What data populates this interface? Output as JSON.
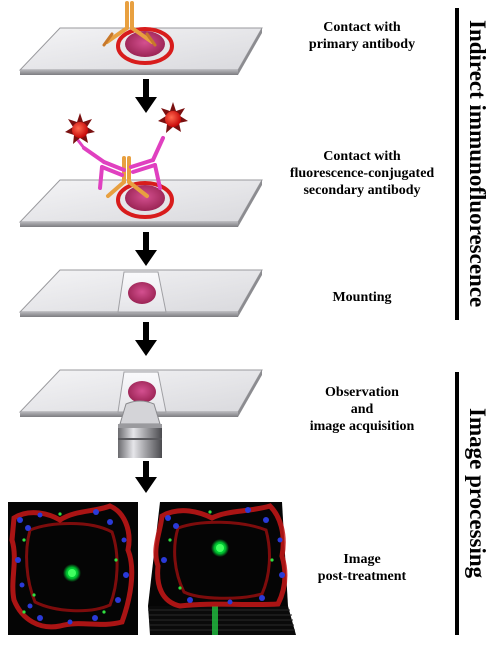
{
  "steps": [
    {
      "id": "primary",
      "line1": "Contact with",
      "line2": "primary antibody"
    },
    {
      "id": "secondary",
      "line1": "Contact with",
      "line2": "fluorescence-conjugated",
      "line3": "secondary antibody"
    },
    {
      "id": "mounting",
      "line1": "Mounting"
    },
    {
      "id": "observation",
      "line1": "Observation",
      "line2": "and",
      "line3": "image acquisition"
    },
    {
      "id": "post",
      "line1": "Image",
      "line2": "post-treatment"
    }
  ],
  "side_labels": {
    "top": "Indirect immunofluorescence",
    "bottom": "Image processing"
  },
  "colors": {
    "slide_top": "#e9e9ec",
    "slide_edge": "#9a9a9e",
    "tissue": "#b8286a",
    "ring": "#d81c1c",
    "primary_antibody": "#e8a040",
    "secondary_antibody": "#e040c0",
    "fluorophore": "#e81010",
    "arrow": "#000000"
  }
}
